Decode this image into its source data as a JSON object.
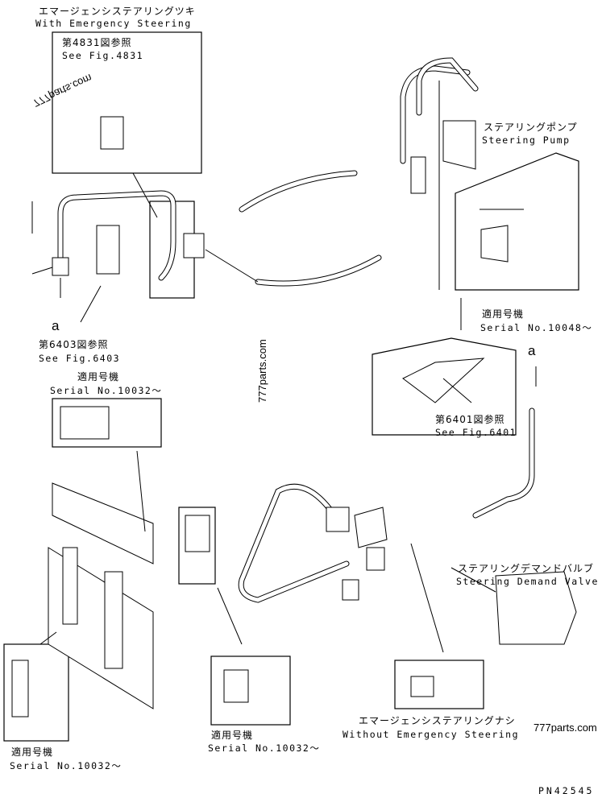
{
  "title_with": {
    "jp": "エマージェンシステアリングツキ",
    "en": "With Emergency Steering"
  },
  "ref_4831": {
    "jp": "第4831図参照",
    "en": "See Fig.4831"
  },
  "pump": {
    "jp": "ステアリングポンプ",
    "en": "Steering Pump"
  },
  "ref_6403": {
    "jp": "第6403図参照",
    "en": "See Fig.6403"
  },
  "marker_a": "a",
  "serial_10048": {
    "jp": "適用号機",
    "en": "Serial No.10048〜"
  },
  "ref_6401": {
    "jp": "第6401図参照",
    "en": "See Fig.6401"
  },
  "serial_10032_left_top": {
    "jp": "適用号機",
    "en": "Serial No.10032〜"
  },
  "demand_valve": {
    "jp": "ステアリングデマンドバルブ",
    "en": "Steering Demand Valve"
  },
  "serial_10032_bottom_center": {
    "jp": "適用号機",
    "en": "Serial No.10032〜"
  },
  "serial_10032_bottom_left": {
    "jp": "適用号機",
    "en": "Serial No.10032〜"
  },
  "title_without": {
    "jp": "エマージェンシステアリングナシ",
    "en": "Without Emergency Steering"
  },
  "watermark": "777parts.com",
  "part_number": "PN42545"
}
